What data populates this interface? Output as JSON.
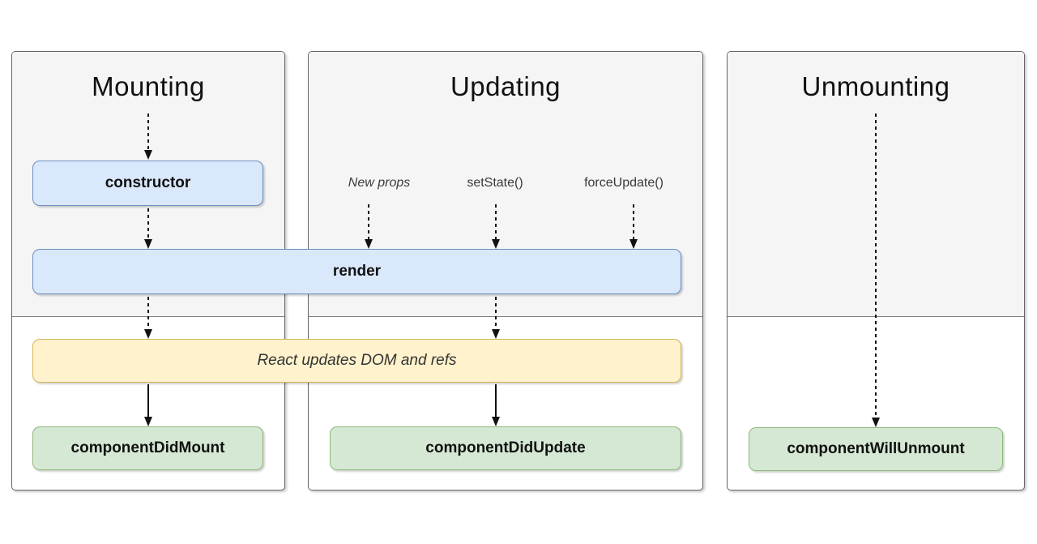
{
  "diagram": {
    "panels": [
      {
        "id": "mounting",
        "title": "Mounting"
      },
      {
        "id": "updating",
        "title": "Updating"
      },
      {
        "id": "unmounting",
        "title": "Unmounting"
      }
    ],
    "boxes": {
      "constructor": "constructor",
      "render": "render",
      "react_updates": "React updates DOM and refs",
      "componentDidMount": "componentDidMount",
      "componentDidUpdate": "componentDidUpdate",
      "componentWillUnmount": "componentWillUnmount"
    },
    "updating_triggers": [
      "New props",
      "setState()",
      "forceUpdate()"
    ],
    "colors": {
      "panel_fill": "#f5f5f5",
      "panel_border": "#666666",
      "blue_fill": "#dae8fc",
      "blue_border": "#6c8ebf",
      "green_fill": "#d5e8d4",
      "green_border": "#8cb878",
      "yellow_fill": "#fff2cc",
      "yellow_border": "#d6b656"
    }
  }
}
